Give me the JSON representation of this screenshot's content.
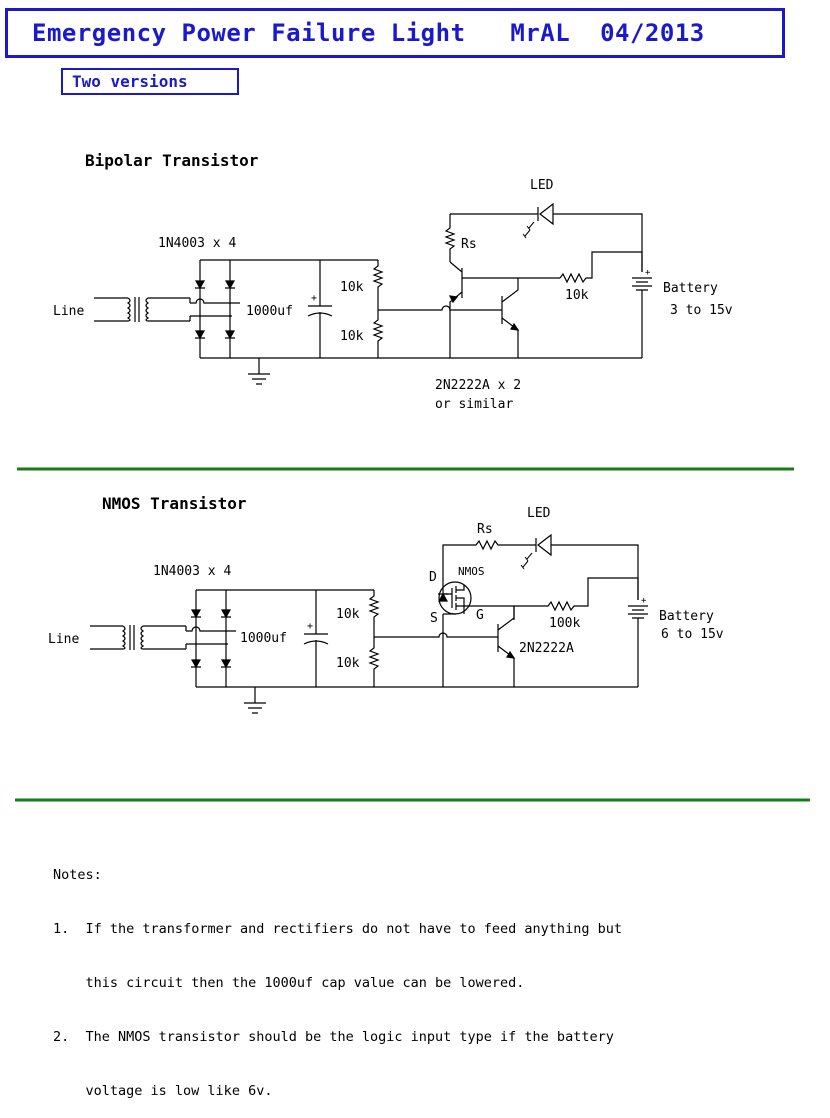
{
  "title": "Emergency Power Failure Light   MrAL  04/2013",
  "subtitle": "Two versions",
  "colors": {
    "title": "#1a1acc",
    "divider": "#1a7a1a",
    "wire": "#000000"
  },
  "bipolar": {
    "heading": "Bipolar Transistor",
    "rectifier": "1N4003 x 4",
    "line": "Line",
    "cap": "1000uf",
    "r_top": "10k",
    "r_bottom": "10k",
    "rs": "Rs",
    "led": "LED",
    "r_base": "10k",
    "battery": "Battery",
    "battery_range": "3 to 15v",
    "transistors": "2N2222A x 2",
    "similar": "or similar"
  },
  "nmos": {
    "heading": "NMOS Transistor",
    "rectifier": "1N4003 x 4",
    "line": "Line",
    "cap": "1000uf",
    "r_top": "10k",
    "r_bottom": "10k",
    "rs": "Rs",
    "led": "LED",
    "mos_label": "NMOS",
    "pin_d": "D",
    "pin_s": "S",
    "pin_g": "G",
    "r_gate": "100k",
    "battery": "Battery",
    "battery_range": "6 to 15v",
    "transistor": "2N2222A"
  },
  "notes": {
    "heading": "Notes:",
    "n1_num": "1.",
    "n1_line1": "If the transformer and rectifiers do not have to feed anything but",
    "n1_line2": "this circuit then the 1000uf cap value can be lowered.",
    "n2_num": "2.",
    "n2_line1": "The NMOS transistor should be the logic input type if the battery",
    "n2_line2": "voltage is low like 6v."
  }
}
